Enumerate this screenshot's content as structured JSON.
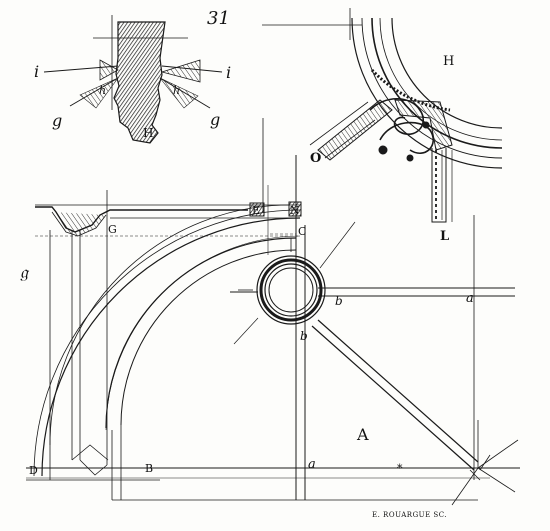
{
  "figure_number": "31",
  "labels": {
    "H_top": "H",
    "H_mid": "H",
    "i_left": "i",
    "i_right": "i",
    "h_left": "h",
    "h_right": "h",
    "g_left": "g",
    "g_right": "g",
    "O": "O",
    "L": "L",
    "E": "E",
    "N": "N",
    "G": "G",
    "C": "C",
    "b_right": "b",
    "b_low": "b",
    "a_right": "a",
    "a_bottom": "a",
    "A": "A",
    "D": "D",
    "B": "B",
    "side_glyph": "𝔤",
    "signature": "E. ROUARGUE SC."
  },
  "colors": {
    "ink": "#1a1a1a",
    "paper": "#fdfdfb"
  }
}
